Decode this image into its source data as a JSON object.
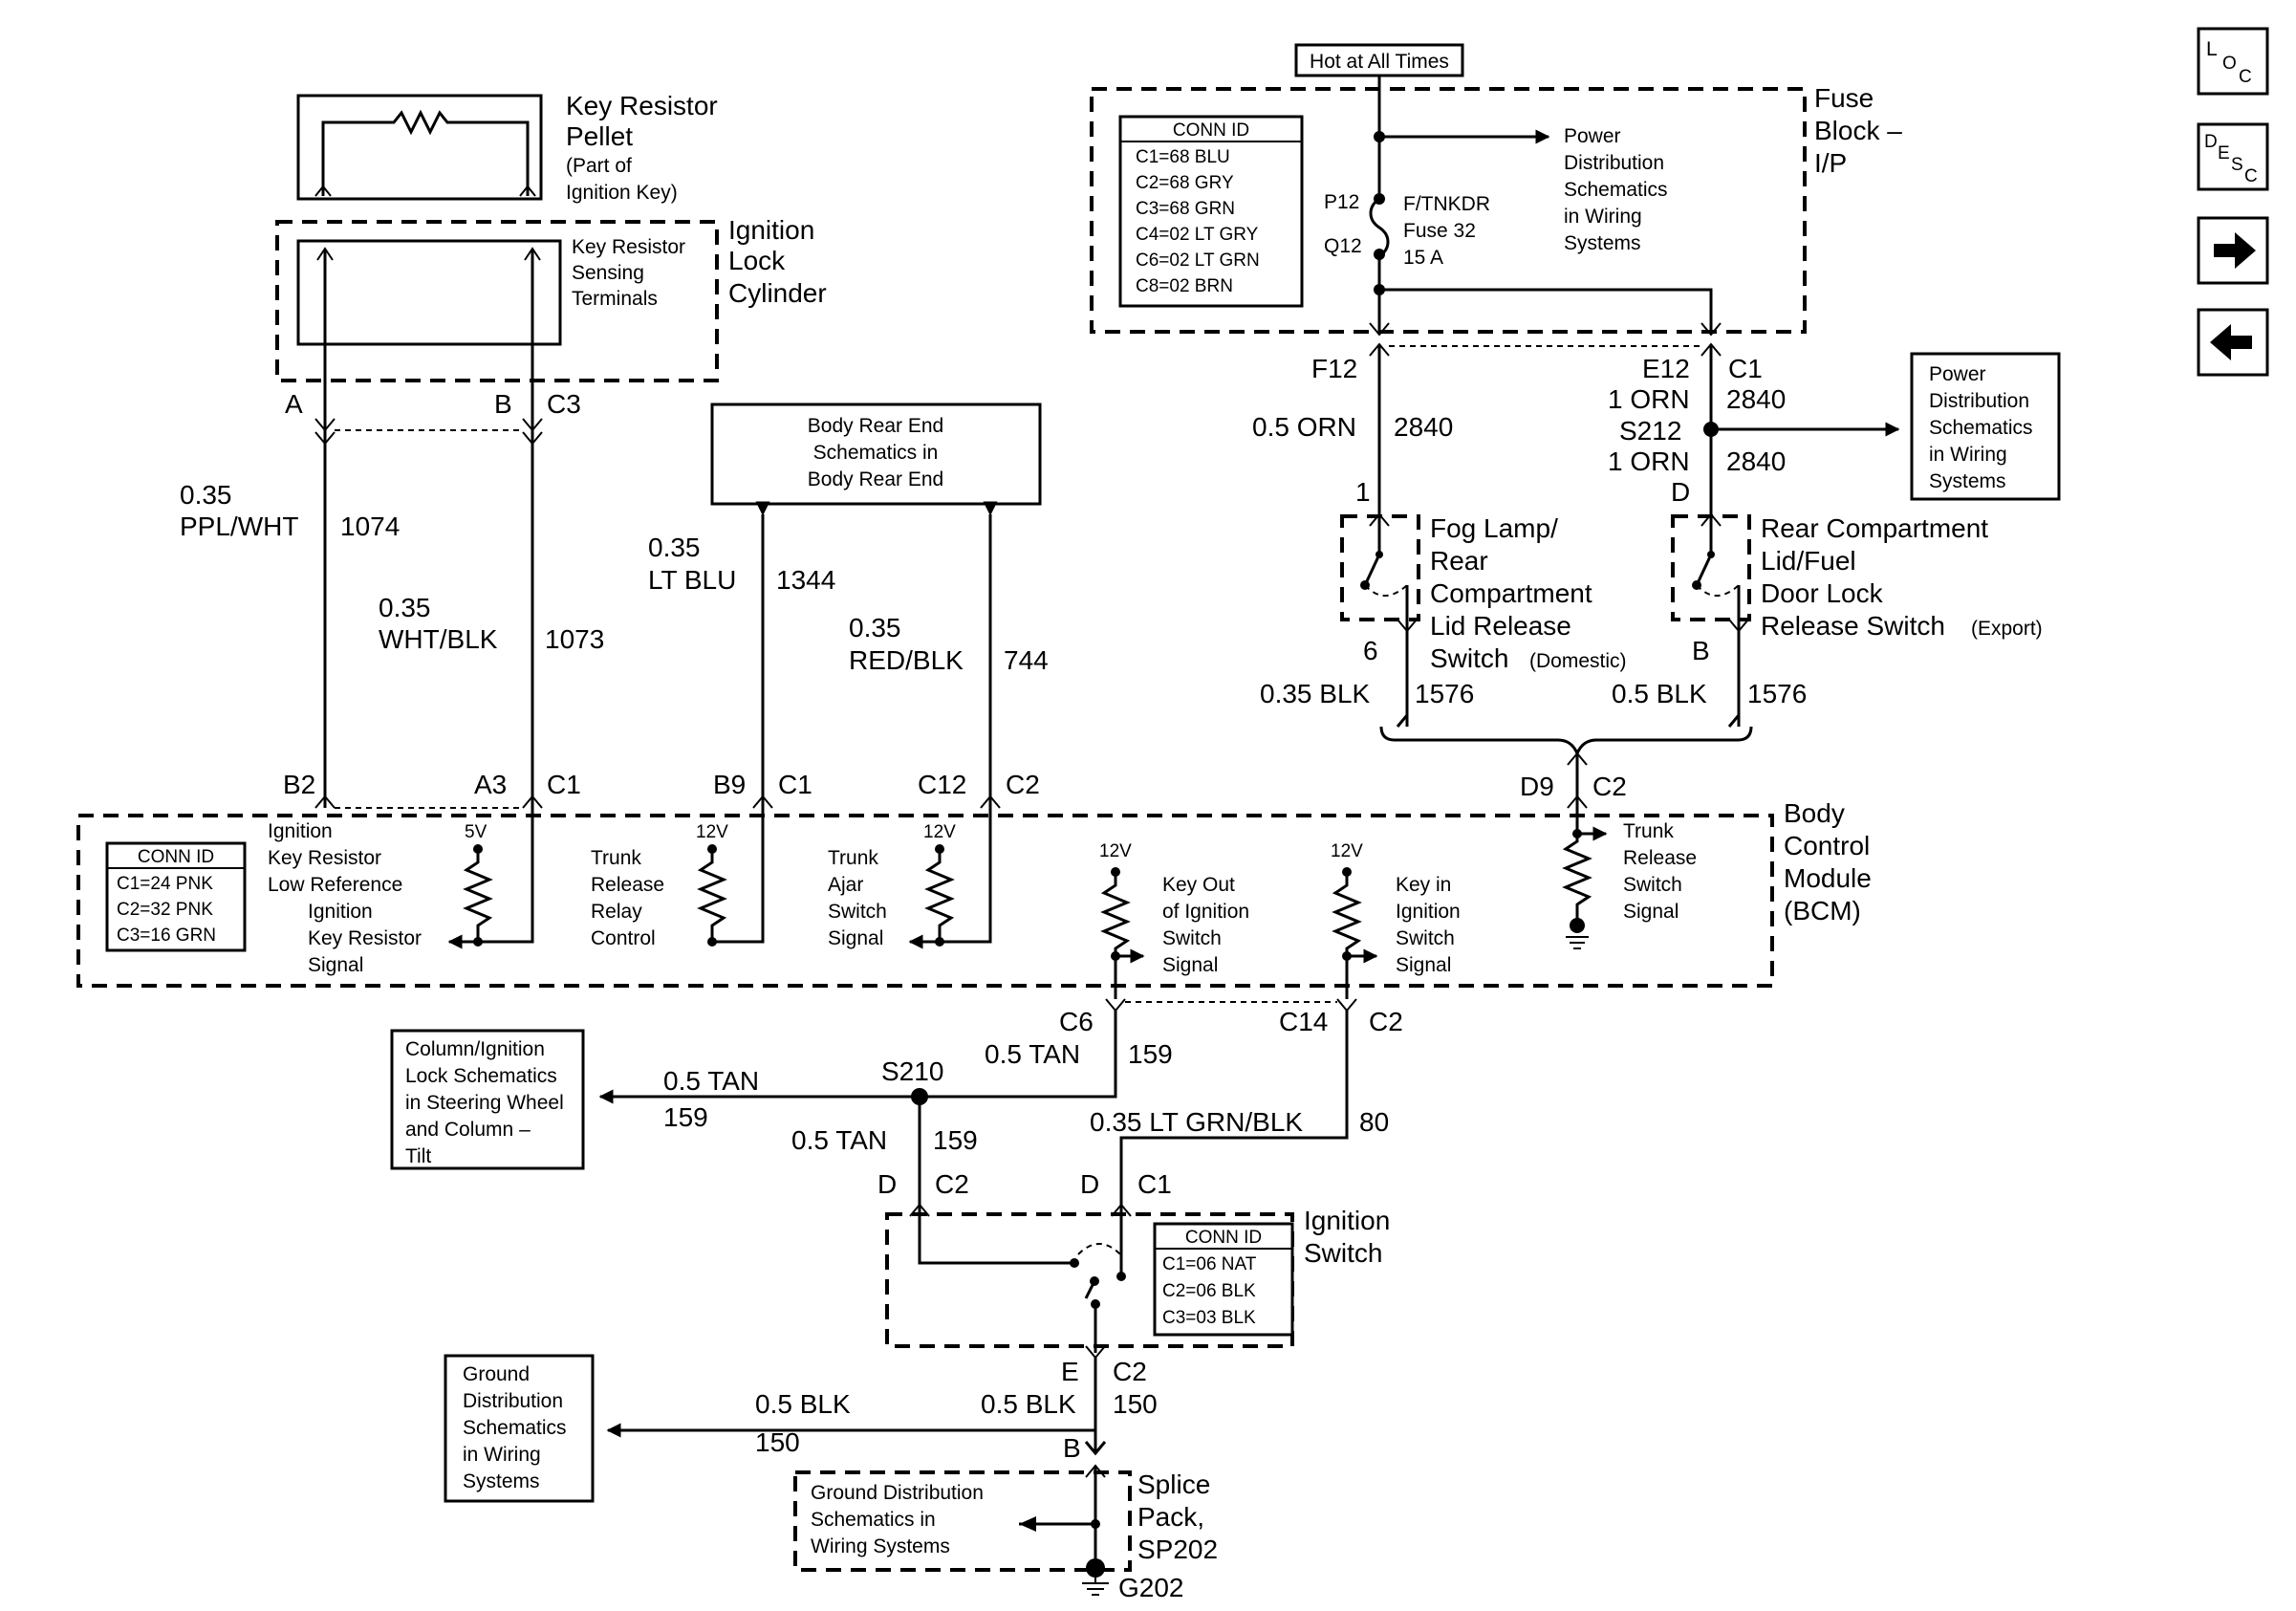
{
  "nav": {
    "loc": "LOC",
    "desc": "DESC",
    "next_icon": "arrow-right-icon",
    "prev_icon": "arrow-left-icon"
  },
  "hot_at_all_times": "Hot at All Times",
  "fuse_block": {
    "title": [
      "Fuse",
      "Block –",
      "I/P"
    ],
    "fuse_pins": [
      "P12",
      "Q12"
    ],
    "fuse_name": [
      "F/TNKDR",
      "Fuse 32",
      "15 A"
    ],
    "power_ref": [
      "Power",
      "Distribution",
      "Schematics",
      "in Wiring",
      "Systems"
    ],
    "conn": {
      "header": "CONN ID",
      "rows": [
        "C1=68 BLU",
        "C2=68 GRY",
        "C3=68 GRN",
        "C4=02 LT GRY",
        "C6=02 LT GRN",
        "C8=02 BRN"
      ]
    }
  },
  "key_resistor": {
    "label": [
      "Key Resistor",
      "Pellet"
    ],
    "note": [
      "(Part of",
      "Ignition Key)"
    ]
  },
  "lock_cylinder": {
    "label": [
      "Ignition",
      "Lock",
      "Cylinder"
    ],
    "terminals": [
      "Key Resistor",
      "Sensing",
      "Terminals"
    ]
  },
  "lock_pins": {
    "a": "A",
    "b": "B",
    "c3": "C3"
  },
  "wires": {
    "w1074": {
      "gauge": "0.35",
      "color": "PPL/WHT",
      "circuit": "1074"
    },
    "w1073": {
      "gauge": "0.35",
      "color": "WHT/BLK",
      "circuit": "1073"
    },
    "w1344": {
      "gauge": "0.35",
      "color": "LT BLU",
      "circuit": "1344"
    },
    "w744": {
      "gauge": "0.35",
      "color": "RED/BLK",
      "circuit": "744"
    },
    "w2840": {
      "color": "0.5 ORN",
      "circuit": "2840"
    },
    "w2840b": {
      "color": "1 ORN",
      "circuit": "2840"
    },
    "w2840c": {
      "color": "1 ORN",
      "circuit": "2840"
    },
    "w1576a": {
      "color": "0.35 BLK",
      "circuit": "1576"
    },
    "w1576b": {
      "color": "0.5 BLK",
      "circuit": "1576"
    },
    "w159a": {
      "color": "0.5 TAN",
      "circuit": "159"
    },
    "w159b": {
      "color": "0.5 TAN",
      "circuit": "159"
    },
    "w159c": {
      "color": "0.5 TAN",
      "circuit": "159"
    },
    "w80": {
      "color": "0.35 LT GRN/BLK",
      "circuit": "80"
    },
    "w150a": {
      "color": "0.5 BLK",
      "circuit": "150"
    },
    "w150b": {
      "color": "0.5 BLK",
      "circuit": "150"
    }
  },
  "body_rear": [
    "Body Rear End",
    "Schematics in",
    "Body Rear End"
  ],
  "fuse_pins": {
    "f12": "F12",
    "e12": "E12",
    "c1": "C1",
    "s212": "S212",
    "d": "D"
  },
  "power_ref2": [
    "Power",
    "Distribution",
    "Schematics",
    "in Wiring",
    "Systems"
  ],
  "fog_switch": {
    "pin_top": "1",
    "pin_bot": "6",
    "label": [
      "Fog Lamp/",
      "Rear",
      "Compartment",
      "Lid Release",
      "Switch"
    ],
    "note": "(Domestic)"
  },
  "rear_switch": {
    "pin_top": "D",
    "pin_bot": "B",
    "label": [
      "Rear Compartment",
      "Lid/Fuel",
      "Door Lock",
      "Release Switch"
    ],
    "note": "(Export)"
  },
  "bcm_pins": {
    "b2": "B2",
    "a3": "A3",
    "c1": "C1",
    "b9": "B9",
    "c1b": "C1",
    "c12": "C12",
    "c2": "C2",
    "d9": "D9",
    "c2b": "C2",
    "c6": "C6",
    "c14": "C14",
    "c2c": "C2"
  },
  "bcm": {
    "title": [
      "Body",
      "Control",
      "Module",
      "(BCM)"
    ],
    "conn": {
      "header": "CONN ID",
      "rows": [
        "C1=24 PNK",
        "C2=32 PNK",
        "C3=16 GRN"
      ]
    },
    "sig_ign_low": [
      "Ignition",
      "Key Resistor",
      "Low Reference"
    ],
    "sig_ign_key": [
      "Ignition",
      "Key Resistor",
      "Signal"
    ],
    "v5": "5V",
    "v12a": "12V",
    "v12b": "12V",
    "v12c": "12V",
    "v12d": "12V",
    "sig_trunk_relay": [
      "Trunk",
      "Release",
      "Relay",
      "Control"
    ],
    "sig_trunk_ajar": [
      "Trunk",
      "Ajar",
      "Switch",
      "Signal"
    ],
    "sig_key_out": [
      "Key Out",
      "of Ignition",
      "Switch",
      "Signal"
    ],
    "sig_key_in": [
      "Key in",
      "Ignition",
      "Switch",
      "Signal"
    ],
    "sig_trunk_release": [
      "Trunk",
      "Release",
      "Switch",
      "Signal"
    ]
  },
  "column_ref": [
    "Column/Ignition",
    "Lock Schematics",
    "in Steering Wheel",
    "and Column –",
    "Tilt"
  ],
  "s210": "S210",
  "ign_switch": {
    "title": [
      "Ignition",
      "Switch"
    ],
    "pins": {
      "d1": "D",
      "c2": "C2",
      "d2": "D",
      "c1": "C1",
      "e": "E",
      "c2b": "C2"
    },
    "conn": {
      "header": "CONN ID",
      "rows": [
        "C1=06 NAT",
        "C2=06 BLK",
        "C3=03 BLK"
      ]
    }
  },
  "ground_ref": [
    "Ground",
    "Distribution",
    "Schematics",
    "in Wiring",
    "Systems"
  ],
  "splice": {
    "pin": "B",
    "title": [
      "Splice",
      "Pack,",
      "SP202"
    ],
    "ref": [
      "Ground Distribution",
      "Schematics in",
      "Wiring Systems"
    ],
    "ground": "G202"
  }
}
